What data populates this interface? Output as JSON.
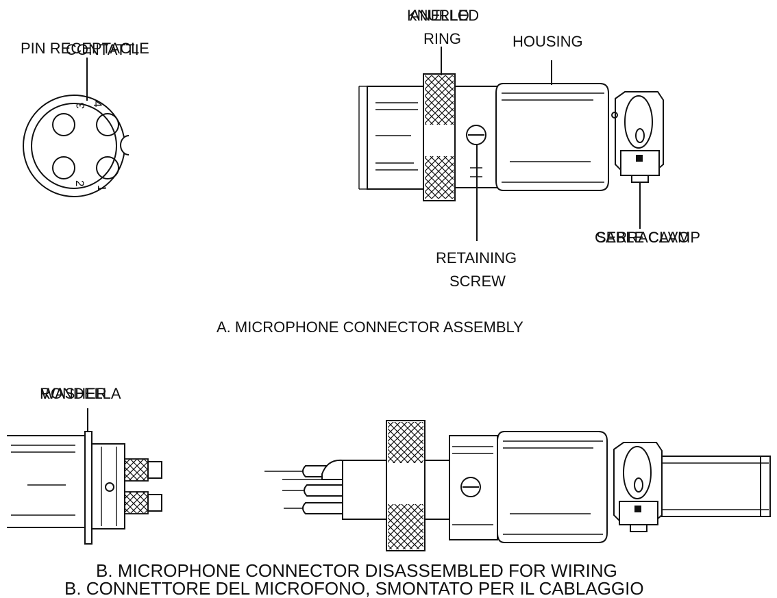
{
  "labels": {
    "pin_receptacle": "PIN RECEPTACLE",
    "contatti": "CONTATTI",
    "knurled": "KNURLED",
    "anello": "ANELLO",
    "ring": "RING",
    "housing": "HOUSING",
    "cable_clamp": "CABLE CLAMP",
    "serracavo": "SERRACAVO",
    "retaining": "RETAINING",
    "screw": "SCREW",
    "washer": "WASHER",
    "rondella": "RONDELLA"
  },
  "pins": [
    "1",
    "2",
    "3",
    "4"
  ],
  "captions": {
    "a": "A. MICROPHONE CONNECTOR ASSEMBLY",
    "b_en": "B. MICROPHONE CONNECTOR DISASSEMBLED FOR WIRING",
    "b_it": "B. CONNETTORE DEL MICROFONO, SMONTATO PER IL CABLAGGIO"
  }
}
